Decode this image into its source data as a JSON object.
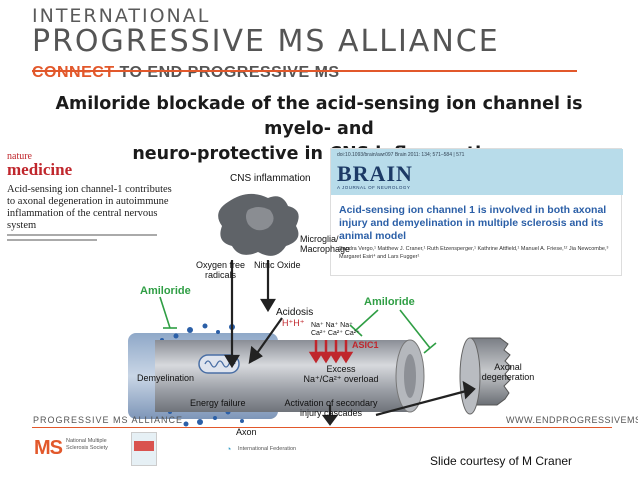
{
  "header": {
    "org_line1": "INTERNATIONAL",
    "org_line2": "PROGRESSIVE MS ALLIANCE",
    "tagline_accent": "CONNECT",
    "tagline_rest": " TO END PROGRESSIVE MS",
    "accent_color": "#e2582b"
  },
  "slide_title": {
    "line1": "Amiloride blockade of the acid-sensing ion channel is myelo- and",
    "line2": "neuro-protective in CNS inflammation"
  },
  "paper_left": {
    "journal_small": "nature",
    "journal_big": "medicine",
    "title": "Acid-sensing ion channel-1 contributes to axonal degeneration in autoimmune inflammation of the central nervous system"
  },
  "paper_right": {
    "journal": "BRAIN",
    "journal_sub": "A JOURNAL OF NEUROLOGY",
    "meta": "doi:10.1093/brain/awr097          Brain 2011: 134; 571–584  |  571",
    "title": "Acid-sensing ion channel 1 is involved in both axonal injury and demyelination in multiple sclerosis and its animal model",
    "authors": "Sandra Vergo,¹ Matthew J. Craner,¹ Ruth Etzensperger,¹ Kathrine Attfield,¹ Manuel A. Friese,¹² Jia Newcombe,³ Margaret Esiri⁴ and Lars Fugger¹"
  },
  "diagram": {
    "cns_inflammation": "CNS inflammation",
    "microglia": "Microglia/\nMacrophage",
    "oxygen_radicals": "Oxygen free\nradicals",
    "nitric_oxide": "Nitric Oxide",
    "amiloride_left": "Amiloride",
    "amiloride_right": "Amiloride",
    "acidosis": "Acidosis",
    "h_ions": "H⁺H⁺",
    "na_ca_top": "Na⁺ Na⁺ Na⁺",
    "na_ca_bottom": "Ca²⁺ Ca²⁺ Ca²⁺",
    "asic1": "ASIC1",
    "excess": "Excess\nNa⁺/Ca²⁺ overload",
    "demyelination": "Demyelination",
    "energy_failure": "Energy failure",
    "activation": "Activation of secondary\ninjury cascades",
    "axon": "Axon",
    "axonal_degeneration": "Axonal\ndegeneration",
    "amiloride_color": "#2f9e44",
    "asic_color": "#c0272d"
  },
  "footer": {
    "left": "PROGRESSIVE MS ALLIANCE",
    "right": "WWW.ENDPROGRESSIVEMS.ORG",
    "ms_logo": "MS",
    "ms_text": "National Multiple Sclerosis Society",
    "fed_text": "International Federation",
    "credit": "Slide courtesy of M Craner"
  }
}
